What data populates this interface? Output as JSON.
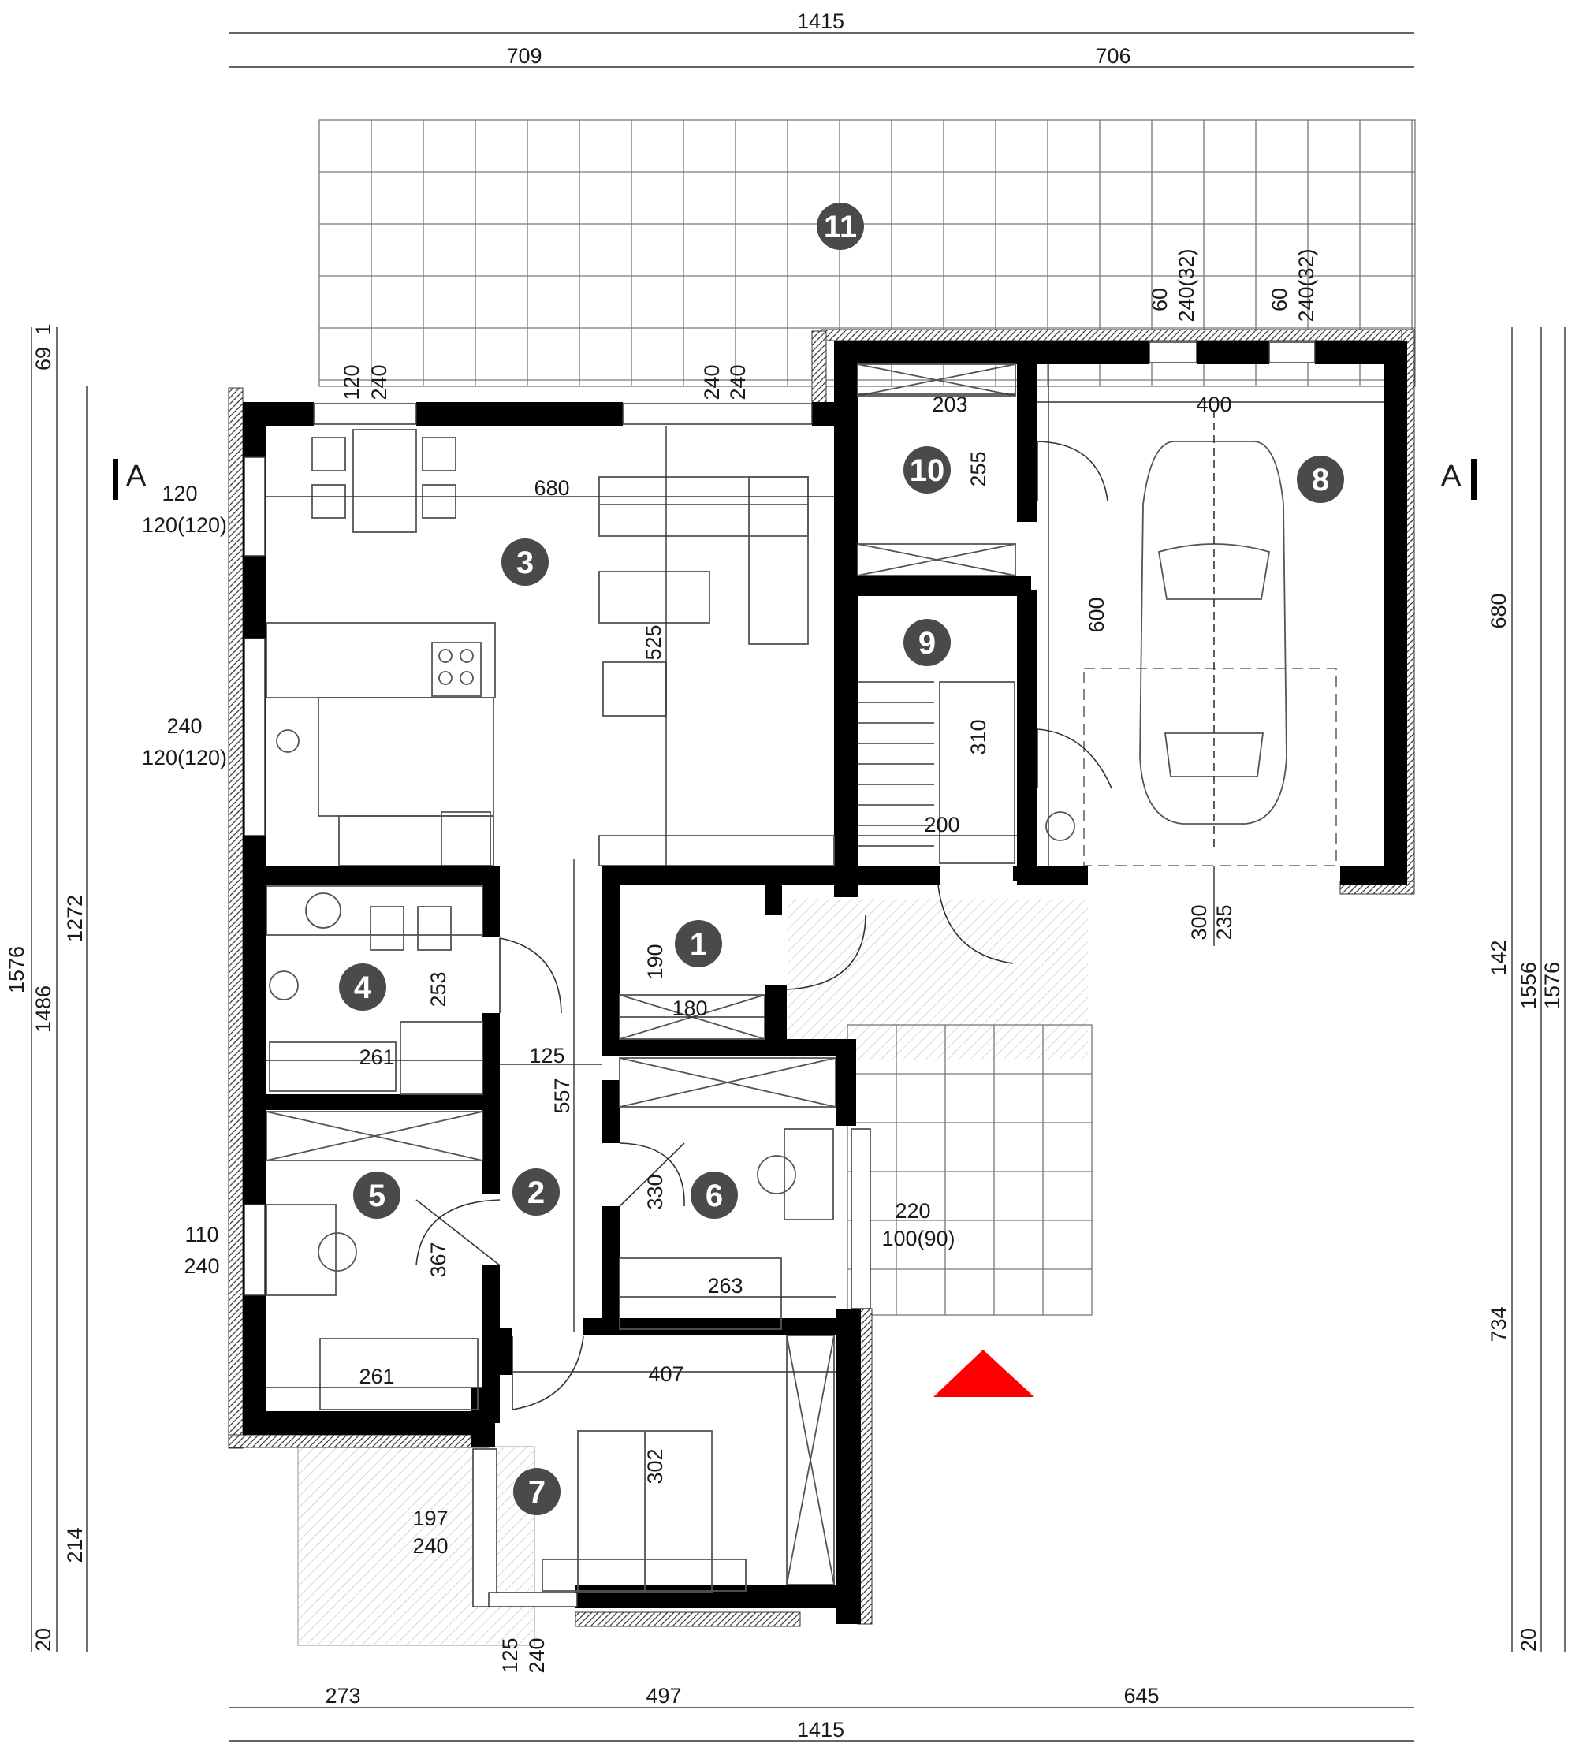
{
  "rooms": [
    {
      "id": "1"
    },
    {
      "id": "2"
    },
    {
      "id": "3"
    },
    {
      "id": "4"
    },
    {
      "id": "5"
    },
    {
      "id": "6"
    },
    {
      "id": "7"
    },
    {
      "id": "8"
    },
    {
      "id": "9"
    },
    {
      "id": "10"
    },
    {
      "id": "11"
    }
  ],
  "section_marker": "A",
  "dims": {
    "top_total": "1415",
    "top_left": "709",
    "top_right": "706",
    "bottom_total": "1415",
    "bottom_1": "273",
    "bottom_2": "497",
    "bottom_3": "645",
    "left_outer": "1576",
    "left_mid": "1486",
    "left_inner": "1272",
    "left_top_69": "69",
    "left_top_1": "1",
    "left_bottom_214": "214",
    "left_bottom_20": "20",
    "right_outer": "1576",
    "right_mid": "1556",
    "right_680": "680",
    "right_142": "142",
    "right_734": "734",
    "right_20": "20",
    "win_top1_a": "120",
    "win_top1_b": "240",
    "win_top2_a": "240",
    "win_top2_b": "240",
    "gar_60_a": "60",
    "gar_240_a": "240(32)",
    "gar_60_b": "60",
    "gar_240_b": "240(32)",
    "win_l1_a": "120",
    "win_l1_b": "120(120)",
    "win_l2_a": "240",
    "win_l2_b": "120(120)",
    "win_l5_a": "110",
    "win_l5_b": "240",
    "win_l7_a": "197",
    "win_l7_b": "240",
    "win_r6_a": "220",
    "win_r6_b": "100(90)",
    "bot_125": "125",
    "bot_240": "240",
    "r3_680": "680",
    "r3_525": "525",
    "r10_203": "203",
    "r10_255": "255",
    "r8_400": "400",
    "r8_600": "600",
    "r8_300": "300",
    "r8_235": "235",
    "r9_310": "310",
    "r9_200": "200",
    "r1_190": "190",
    "r1_180": "180",
    "r4_253": "253",
    "r4_261": "261",
    "r2_125": "125",
    "r2_557": "557",
    "r2_367": "367",
    "r5_261": "261",
    "r6_330": "330",
    "r6_263": "263",
    "r7_407": "407",
    "r7_302": "302"
  },
  "colors": {
    "wall": "#000000",
    "entrance_marker": "#ff0000",
    "label_bg": "#4a4a4a"
  }
}
